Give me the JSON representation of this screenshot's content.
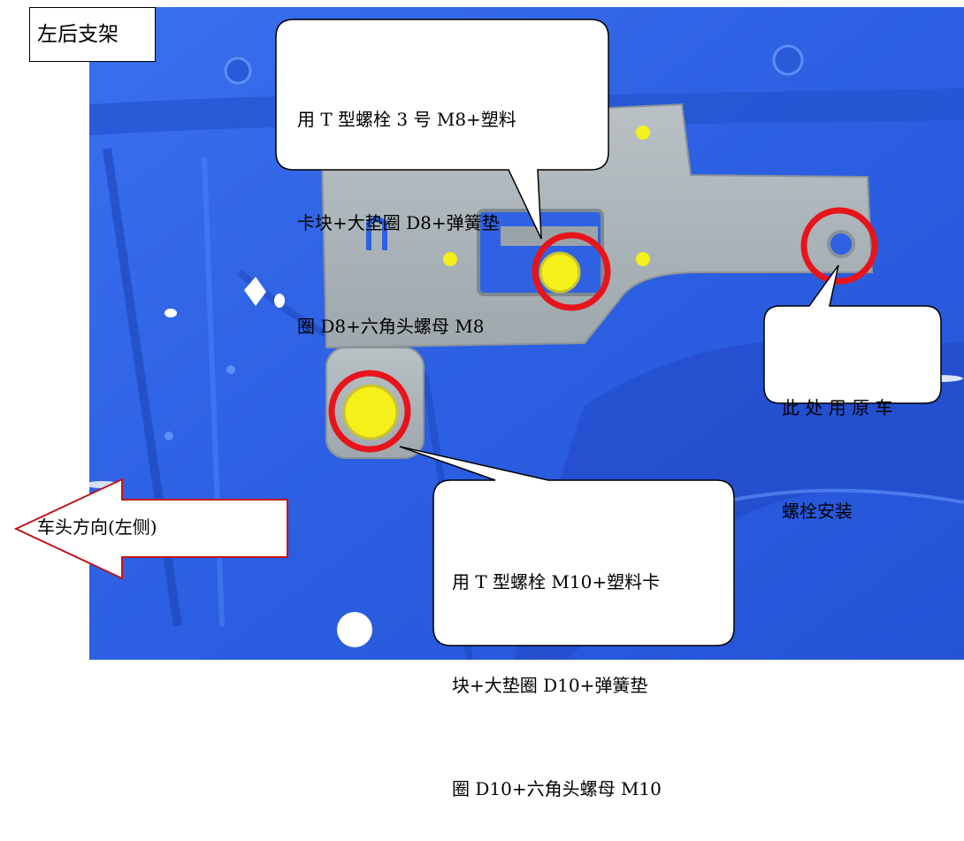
{
  "labels": {
    "title": "左后支架",
    "direction": "车头方向(左侧)"
  },
  "callouts": {
    "top": {
      "lines": [
        "用 T 型螺栓 3 号 M8+塑料",
        "卡块+大垫圈 D8+弹簧垫",
        "圈 D8+六角头螺母 M8"
      ]
    },
    "right": {
      "lines": [
        "此 处 用 原 车",
        "螺栓安装"
      ]
    },
    "bottom": {
      "lines": [
        "用 T 型螺栓 M10+塑料卡",
        "块+大垫圈 D10+弹簧垫",
        "圈 D10+六角头螺母 M10"
      ]
    }
  },
  "colors": {
    "body_blue": "#2e63e6",
    "body_blue_dark": "#1c44b8",
    "bracket_gray": "#a9b3b8",
    "highlight_red": "#e8141b",
    "bolt_yellow": "#f5ef1a"
  }
}
